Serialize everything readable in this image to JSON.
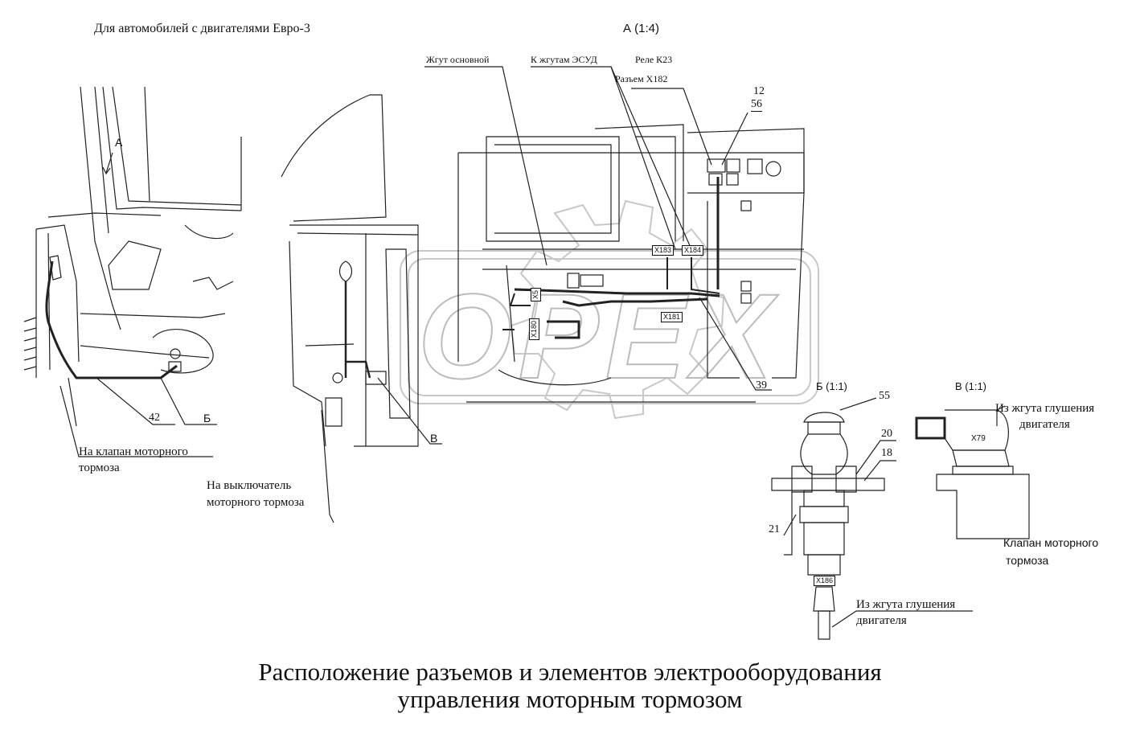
{
  "header": {
    "note": "Для автомобилей с двигателями Евро-3",
    "view_a": "А  (1:4)"
  },
  "title": {
    "line1": "Расположение разъемов и элементов электрооборудования",
    "line2": "управления моторным тормозом"
  },
  "callouts": {
    "harness_main": "Жгут основной",
    "to_esud": "К жгутам ЭСУД",
    "relay": "Реле К23",
    "connector_x182": "Разъем Х182",
    "to_brake_valve_1": "На клапан моторного",
    "to_brake_valve_2": "тормоза",
    "to_switch_1": "На выключатель",
    "to_switch_2": "моторного тормоза",
    "from_harness_1": "Из жгута глушения",
    "from_harness_2": "двигателя",
    "from_harness_b_1": "Из жгута глушения",
    "from_harness_b_2": "двигателя",
    "brake_valve_1": "Клапан моторного",
    "brake_valve_2": "тормоза"
  },
  "view_labels": {
    "arrow_a": "А",
    "mark_b": "Б",
    "mark_v": "В",
    "view_b": "Б  (1:1)",
    "view_v": "В  (1:1)"
  },
  "positions": {
    "p12": "12",
    "p56": "56",
    "p39": "39",
    "p42": "42",
    "p55": "55",
    "p20": "20",
    "p18": "18",
    "p21": "21"
  },
  "connectors": {
    "x183": "X183",
    "x184": "X184",
    "x181": "X181",
    "x5": "X5",
    "x180": "X180",
    "x186": "X186",
    "x79": "X79"
  },
  "watermark": "OPEX"
}
